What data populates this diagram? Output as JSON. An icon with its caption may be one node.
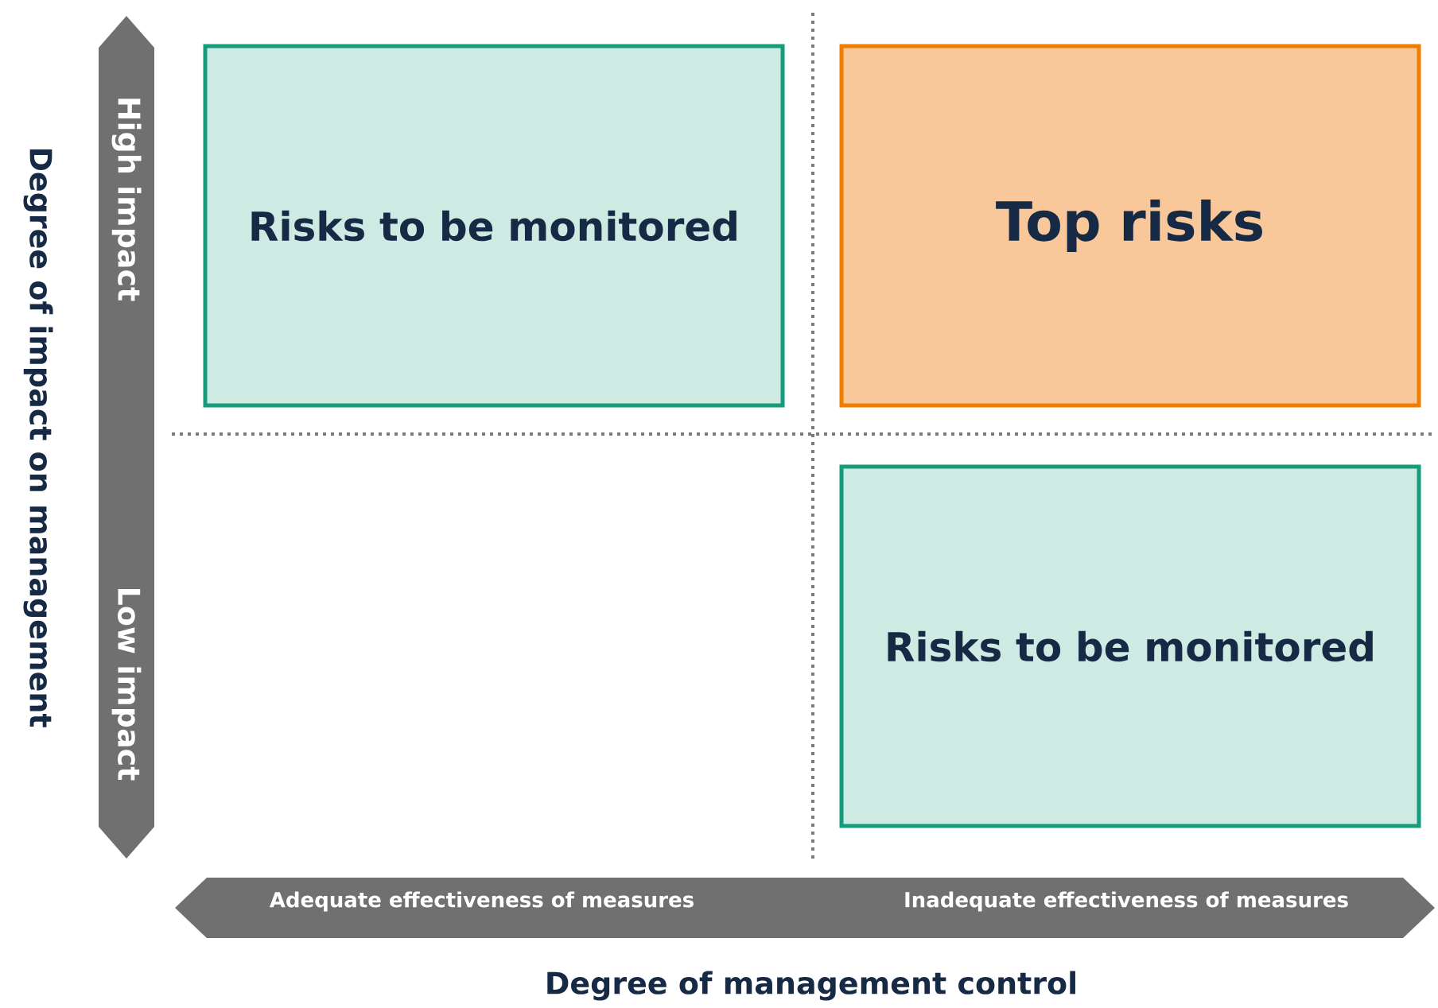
{
  "diagram": {
    "nodes": [
      {
        "text": [
          "Risks to be monitored"
        ]
      },
      {
        "text": [
          "Top risks"
        ]
      },
      {
        "text": [
          "Risks to be monitored"
        ]
      }
    ],
    "labels": [
      "High impact",
      "Low impact",
      "Degree of impact on management",
      "Adequate effectiveness of measures",
      "Inadequate effectiveness of measures",
      "Degree of management control"
    ]
  }
}
